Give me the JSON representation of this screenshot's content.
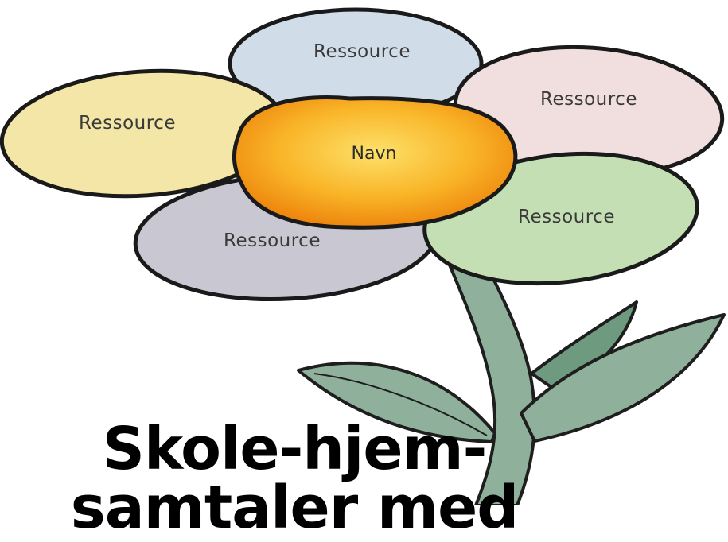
{
  "diagram": {
    "center": {
      "label": "Navn"
    },
    "petals": [
      {
        "label": "Ressource",
        "color": "#d0dde8"
      },
      {
        "label": "Ressource",
        "color": "#f3e6a6"
      },
      {
        "label": "Ressource",
        "color": "#f1dede"
      },
      {
        "label": "Ressource",
        "color": "#c9c8d2"
      },
      {
        "label": "Ressource",
        "color": "#c5dfb4"
      }
    ],
    "center_colors": {
      "inner": "#fde16a",
      "outer": "#ef8a10"
    },
    "stem_color": "#8fb19b",
    "leaf_dark_color": "#6e9a80"
  },
  "headline": {
    "line1": "Skole-hjem-",
    "line2": "samtaler med"
  }
}
